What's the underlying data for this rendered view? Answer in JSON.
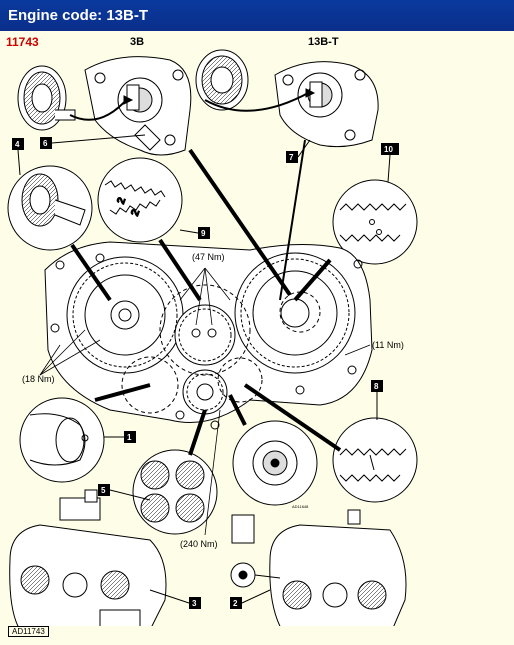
{
  "window": {
    "title": "Engine code: 13B-T"
  },
  "document": {
    "ref_number": "11743",
    "figure_ref": "AD11743"
  },
  "diagram": {
    "variant_labels": [
      "3B",
      "13B-T"
    ],
    "callouts": [
      "1",
      "2",
      "3",
      "4",
      "5",
      "6",
      "7",
      "8",
      "9",
      "10"
    ],
    "torque_labels": [
      "(47 Nm)",
      "(11 Nm)",
      "(18 Nm)",
      "(240 Nm)"
    ],
    "small_code": "AD11648"
  }
}
